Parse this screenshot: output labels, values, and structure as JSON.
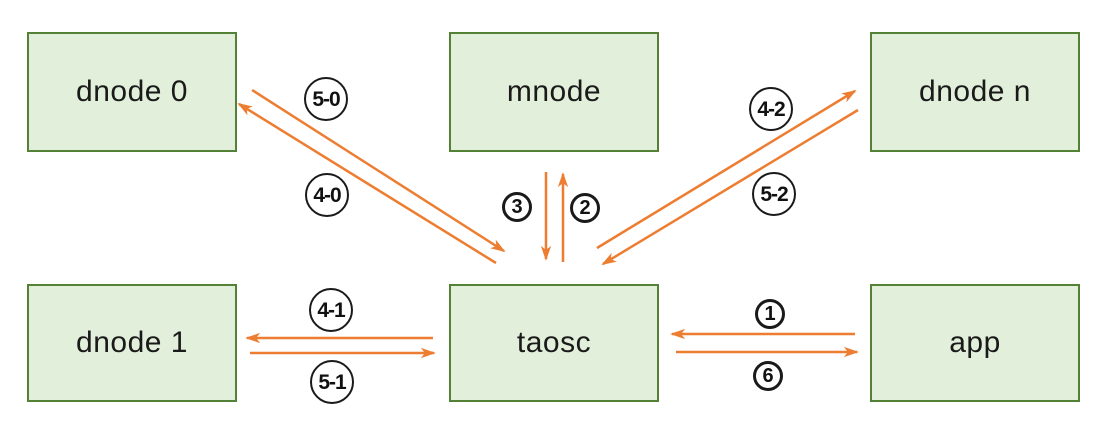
{
  "colors": {
    "background": "#ffffff",
    "node_fill": "#e2efda",
    "node_border": "#538135",
    "arrow": "#ed7d31",
    "circle_border": "#1a1a1a",
    "text": "#1a1a1a"
  },
  "nodes": [
    {
      "id": "dnode-0",
      "label": "dnode 0"
    },
    {
      "id": "mnode",
      "label": "mnode"
    },
    {
      "id": "dnode-n",
      "label": "dnode n"
    },
    {
      "id": "dnode-1",
      "label": "dnode 1"
    },
    {
      "id": "taosc",
      "label": "taosc"
    },
    {
      "id": "app",
      "label": "app"
    }
  ],
  "arrows": [
    {
      "label": "5-0",
      "from": "dnode 0",
      "to": "taosc",
      "direction": "diagonal-down"
    },
    {
      "label": "4-0",
      "from": "taosc",
      "to": "dnode 0",
      "direction": "diagonal-up"
    },
    {
      "label": "3",
      "from": "mnode",
      "to": "taosc",
      "direction": "down"
    },
    {
      "label": "2",
      "from": "taosc",
      "to": "mnode",
      "direction": "up"
    },
    {
      "label": "4-2",
      "from": "taosc",
      "to": "dnode n",
      "direction": "diagonal-up"
    },
    {
      "label": "5-2",
      "from": "dnode n",
      "to": "taosc",
      "direction": "diagonal-down"
    },
    {
      "label": "4-1",
      "from": "taosc",
      "to": "dnode 1",
      "direction": "left"
    },
    {
      "label": "5-1",
      "from": "dnode 1",
      "to": "taosc",
      "direction": "right"
    },
    {
      "label": "1",
      "from": "app",
      "to": "taosc",
      "direction": "left"
    },
    {
      "label": "6",
      "from": "taosc",
      "to": "app",
      "direction": "right"
    }
  ]
}
